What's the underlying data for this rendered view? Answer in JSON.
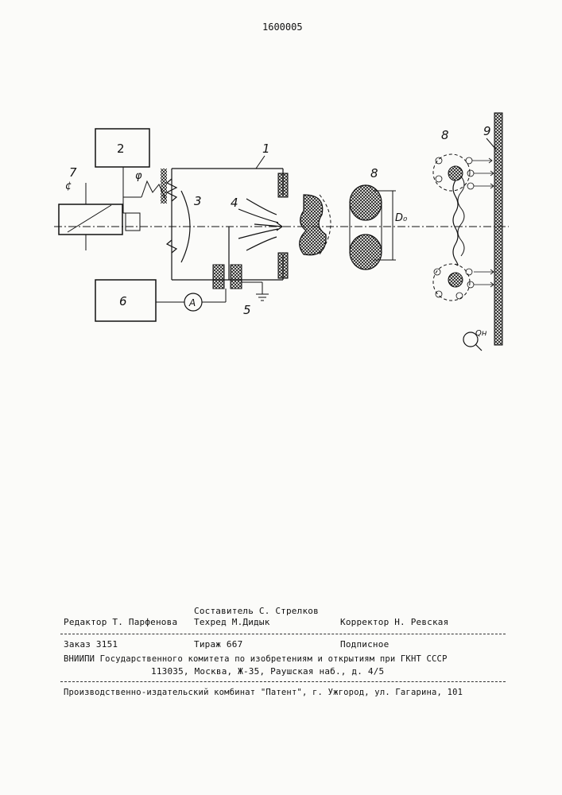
{
  "document_number": "1600005",
  "figure": {
    "labels": {
      "l1": "1",
      "l2": "2",
      "l3": "3",
      "l4": "4",
      "l5": "5",
      "l6": "6",
      "l7": "7",
      "l8a": "8",
      "l8b": "8",
      "l9": "9",
      "ammeter": "A",
      "d0": "D₀",
      "phi": "φ",
      "phi_c": "¢",
      "qn": "Qн"
    }
  },
  "footer": {
    "compiler": "Составитель С. Стрелков",
    "editor": "Редактор Т. Парфенова",
    "techred": "Техред М.Дидык",
    "corrector": "Корректор  Н. Ревская",
    "order": "Заказ 3151",
    "print_run": "Тираж 667",
    "subscription": "Подписное",
    "institute": "ВНИИПИ Государственного комитета по изобретениям и открытиям при ГКНТ СССР",
    "address": "113035, Москва, Ж-35, Раушская наб., д. 4/5",
    "publisher": "Производственно-издательский комбинат \"Патент\", г. Ужгород, ул. Гагарина, 101"
  }
}
